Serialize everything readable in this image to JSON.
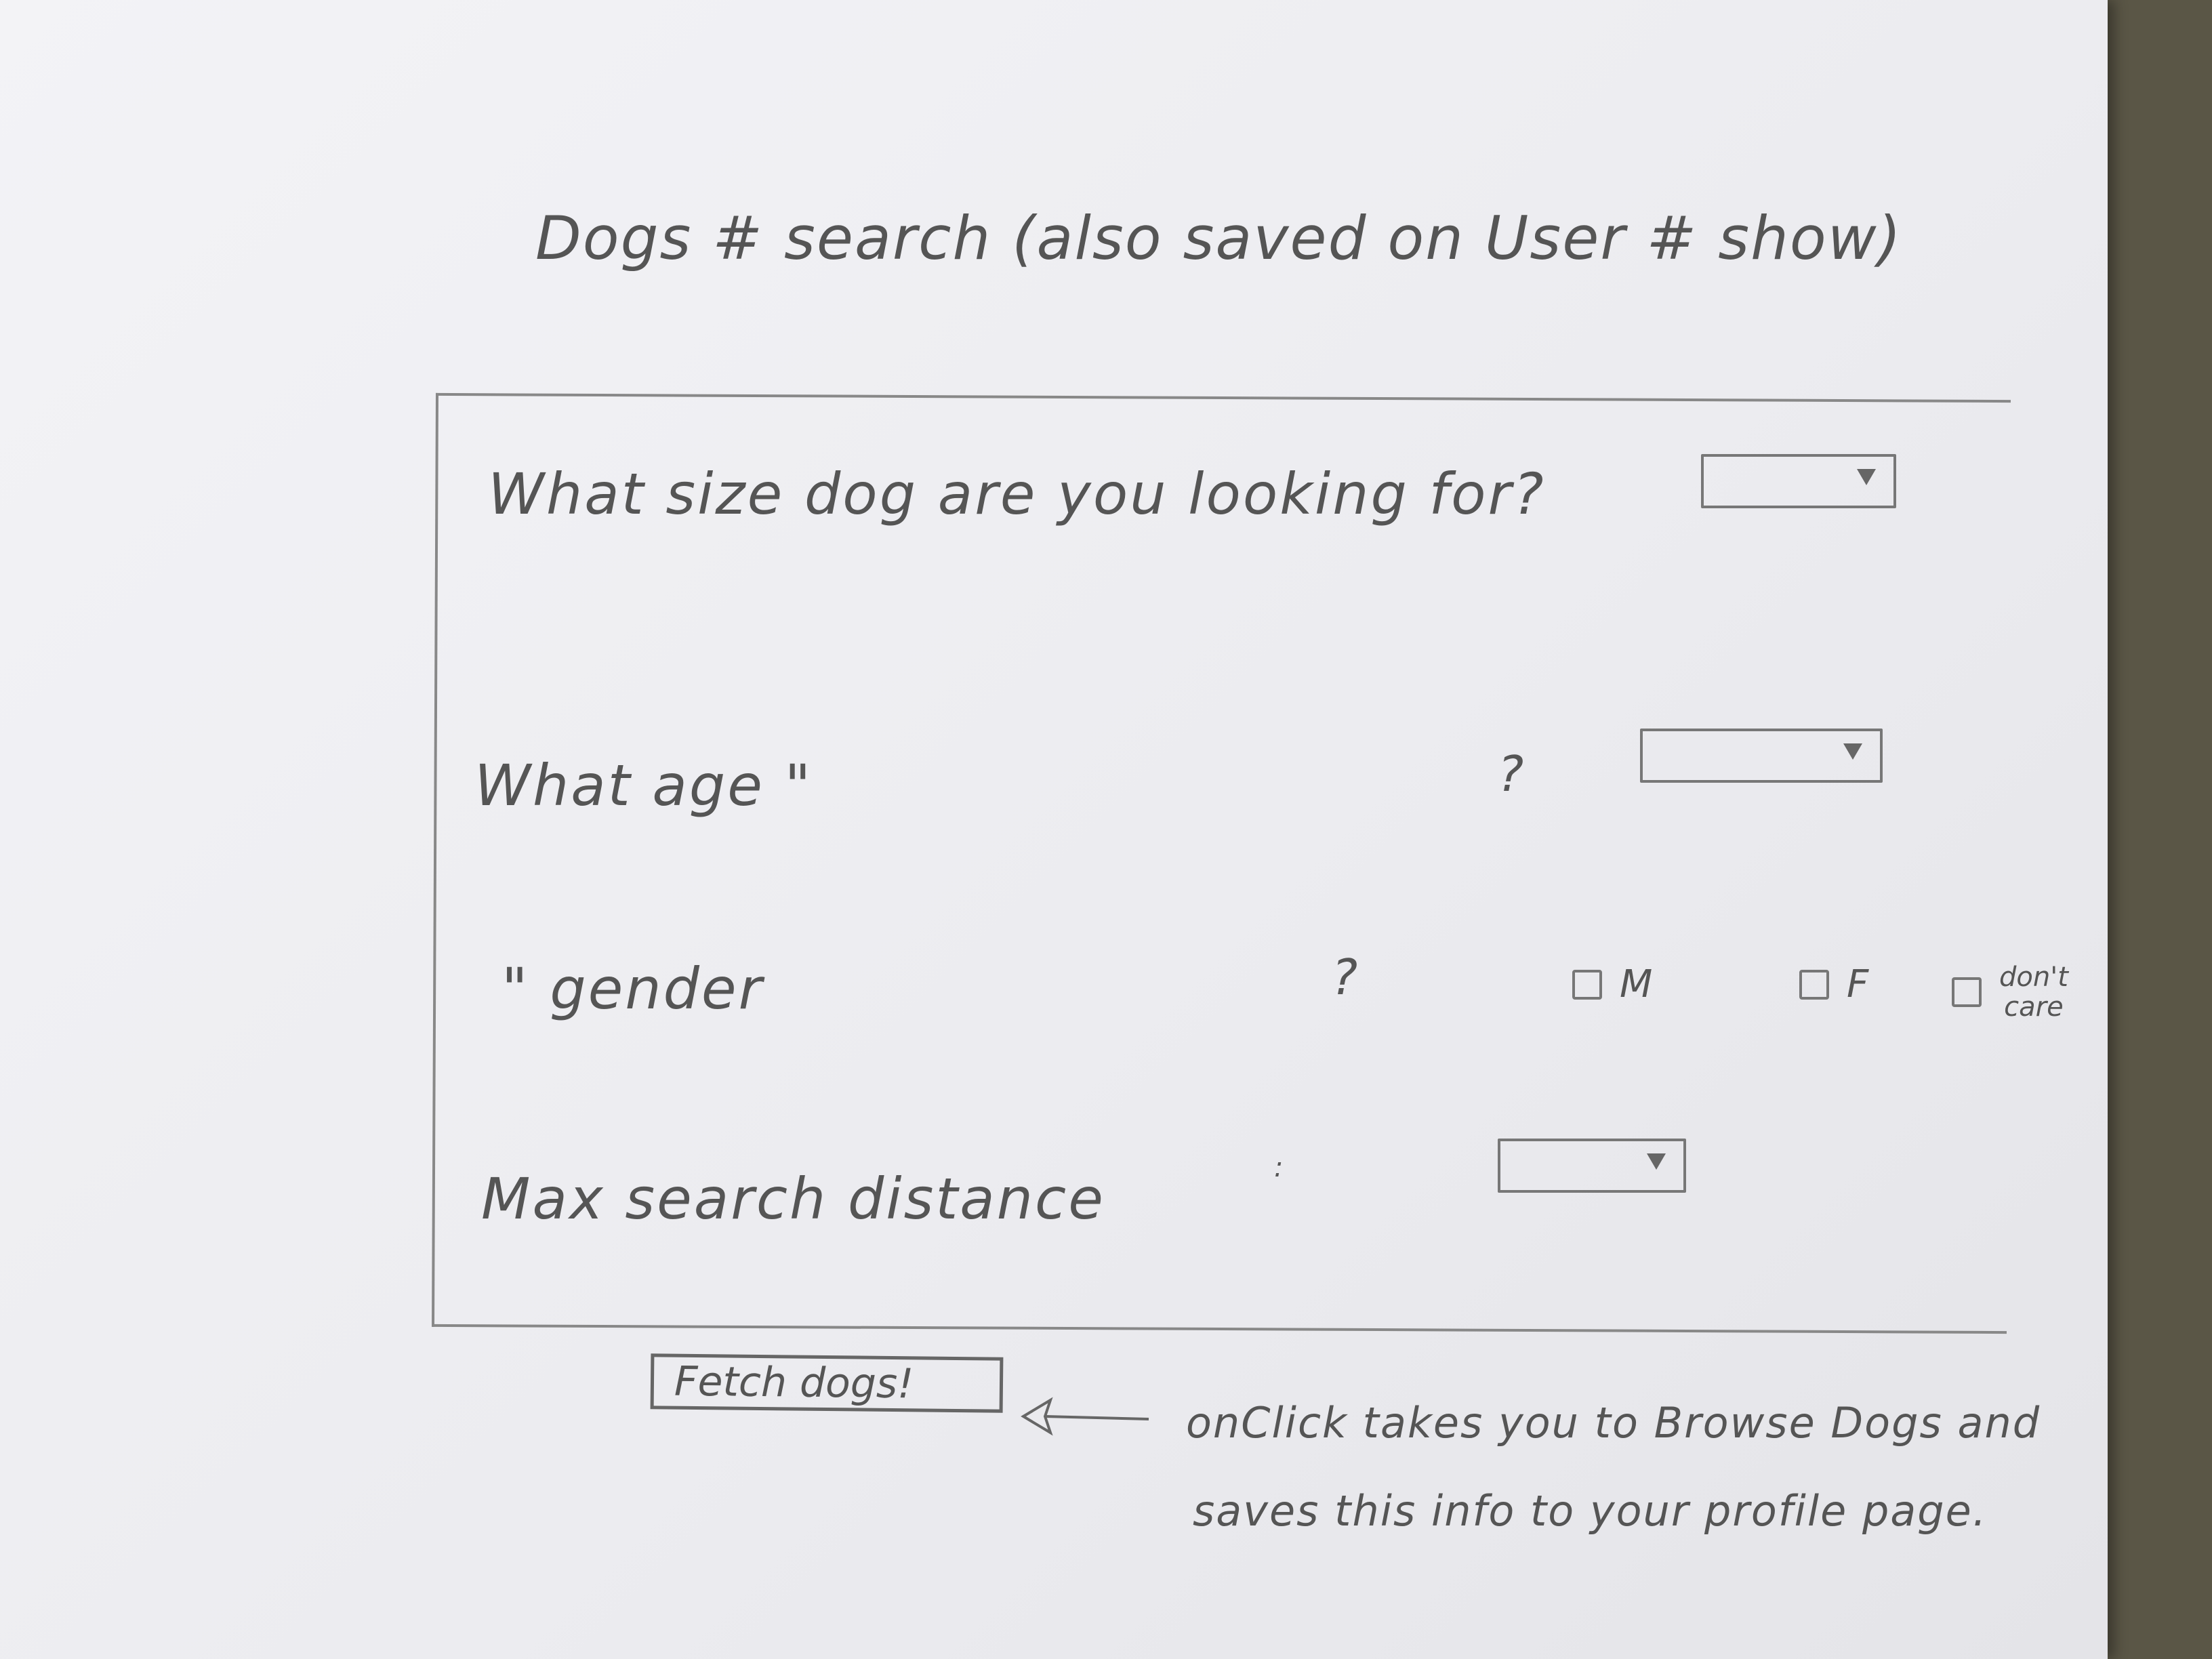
{
  "header": {
    "title": "Dogs # search  (also saved on User # show)"
  },
  "form": {
    "size_question": "What  size  dog  are  you  looking  for?",
    "age_question": "What  age  \"",
    "age_qmark": "?",
    "gender_question": "\"   gender",
    "gender_qmark": "?",
    "distance_question": "Max  search  distance",
    "distance_colon": ":",
    "size_select": {
      "value": ""
    },
    "age_select": {
      "value": ""
    },
    "distance_select": {
      "value": ""
    },
    "gender_options": [
      {
        "label": "M"
      },
      {
        "label": "F"
      },
      {
        "label": "don't\ncare"
      }
    ]
  },
  "actions": {
    "fetch_label": "Fetch dogs!"
  },
  "annotation": {
    "line1": "onClick takes you to Browse Dogs and",
    "line2": "saves this info to your profile page."
  }
}
